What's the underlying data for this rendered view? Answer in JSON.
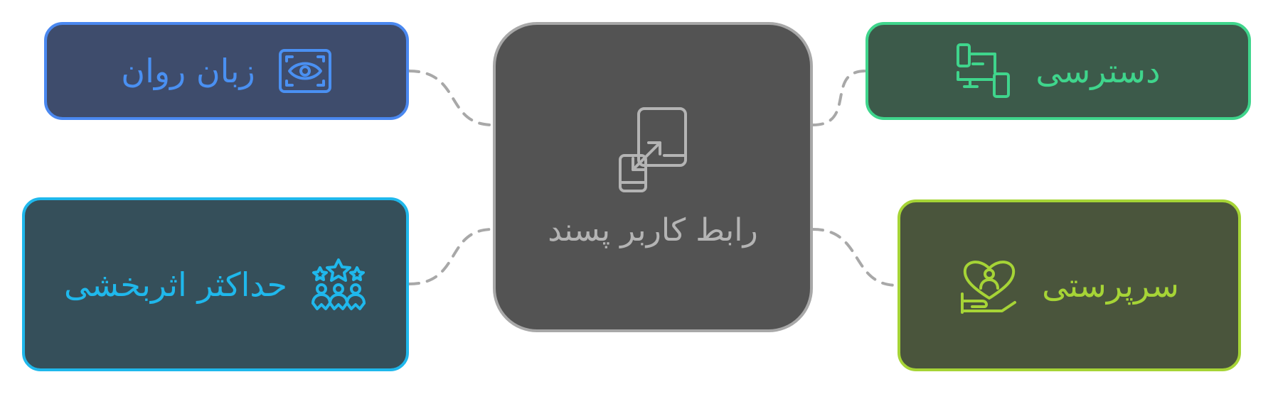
{
  "diagram": {
    "center": {
      "label": "رابط کاربر پسند",
      "icon": "resize-expand-icon",
      "color": "#b4b4b4",
      "fill": "#535353",
      "border": "#a8a8a8"
    },
    "nodes": [
      {
        "id": "fluent-language",
        "label": "زبان روان",
        "icon": "eye-scan-icon",
        "color": "#4a90f2",
        "fill": "#3e4c6c",
        "border": "#4a88f0"
      },
      {
        "id": "accessibility",
        "label": "دسترسی",
        "icon": "multi-device-icon",
        "color": "#3fd58c",
        "fill": "#3c5a4a",
        "border": "#3fd58c"
      },
      {
        "id": "maximum-impact",
        "label": "حداکثر اثربخشی",
        "icon": "team-stars-icon",
        "color": "#1fb8ec",
        "fill": "#354f5a",
        "border": "#1fb8ec"
      },
      {
        "id": "care",
        "label": "سرپرستی",
        "icon": "heart-hand-icon",
        "color": "#a6d436",
        "fill": "#4a553c",
        "border": "#a6d436"
      }
    ],
    "connector_style": "dashed",
    "connector_color": "#a8a8a8"
  }
}
